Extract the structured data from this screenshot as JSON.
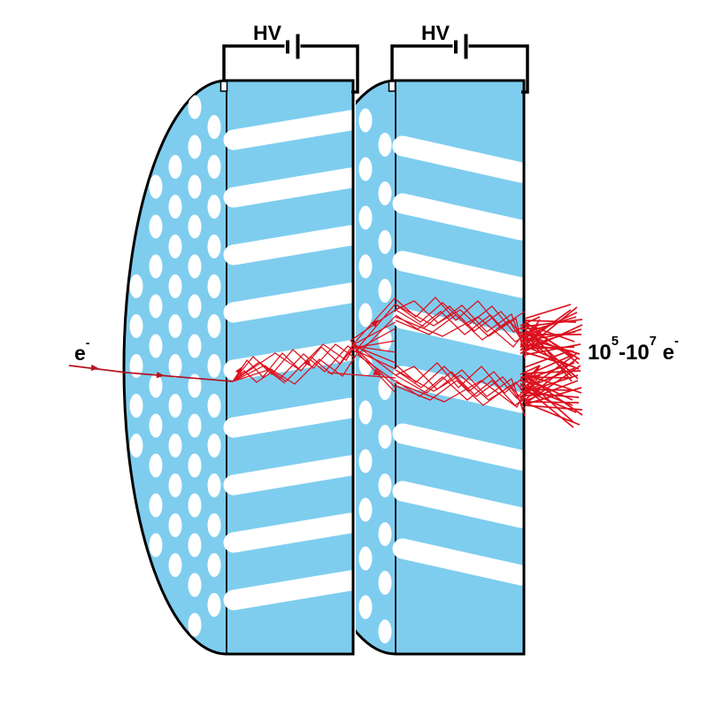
{
  "diagram": {
    "background": "#ffffff",
    "colors": {
      "plate_fill": "#7ECDEF",
      "outline": "#000000",
      "cascade_red": "#DC101E",
      "incoming_red": "#B5121F",
      "hole_white": "#ffffff"
    },
    "labels": {
      "hv_left": "HV",
      "hv_right": "HV",
      "input": {
        "base": "e",
        "sup": "-"
      },
      "output": {
        "n1": "10",
        "e1": "5",
        "n2": "-10",
        "e2": "7",
        "n3": " e",
        "e3": "-"
      }
    }
  }
}
